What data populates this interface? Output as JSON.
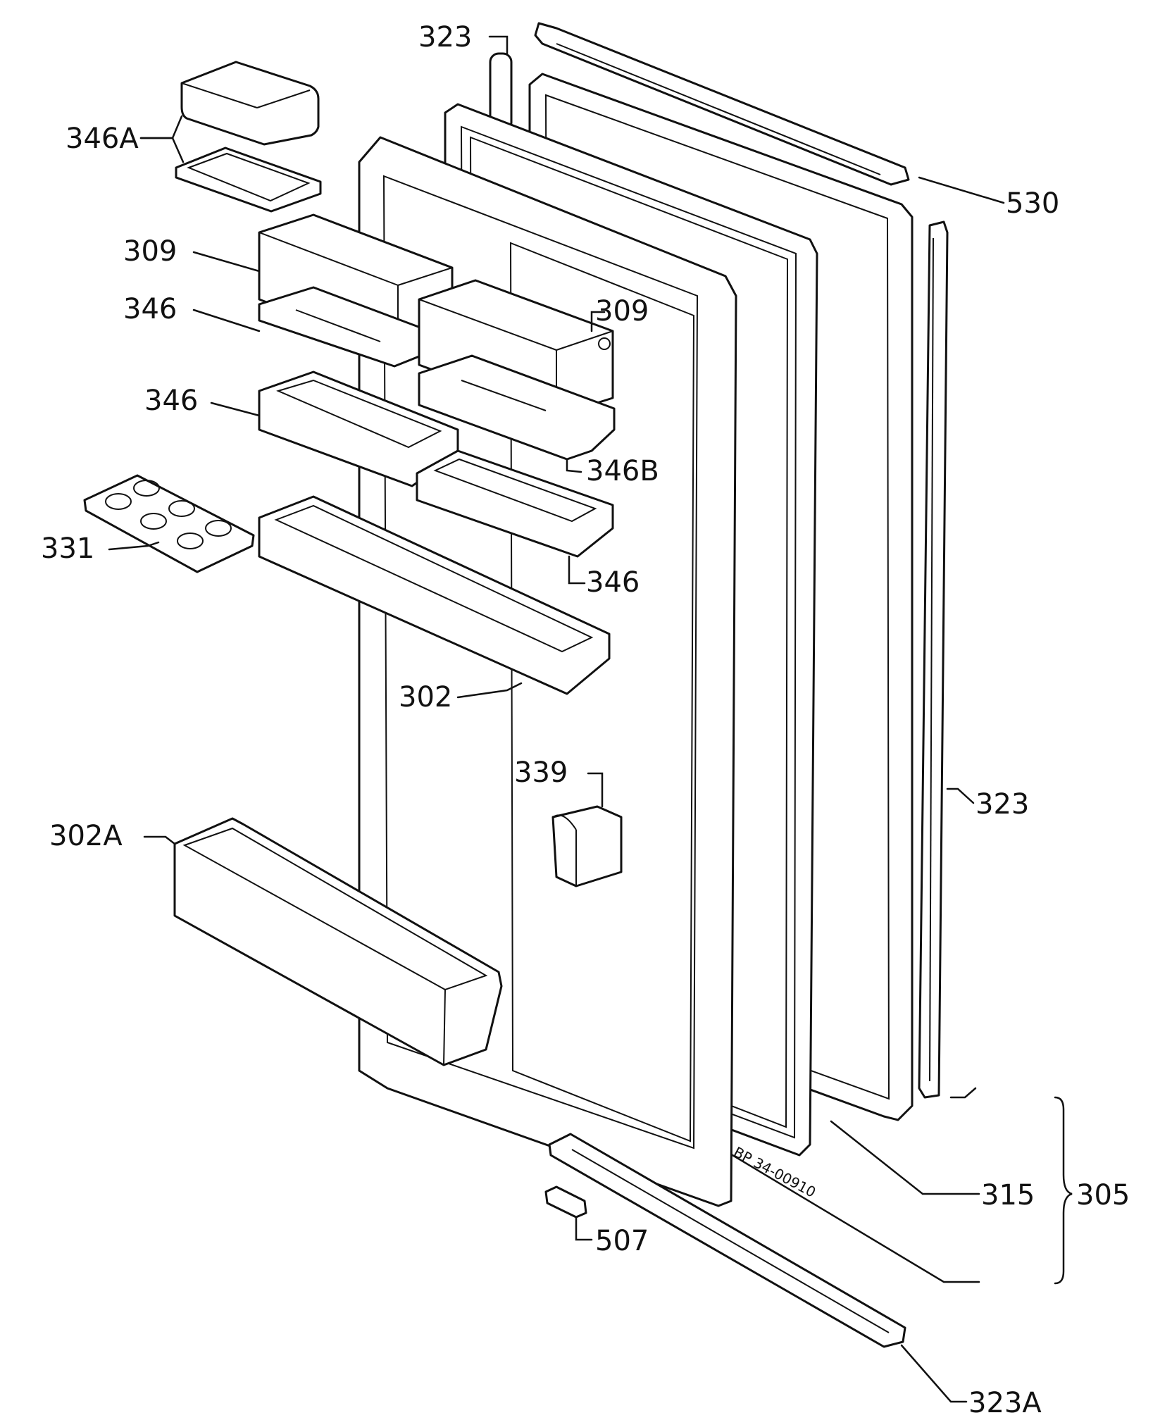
{
  "labels": {
    "l323_top": "323",
    "l346A": "346A",
    "l309_left": "309",
    "l346_a": "346",
    "l309_right": "309",
    "l346_b": "346",
    "l346B": "346B",
    "l331": "331",
    "l346_c": "346",
    "l302": "302",
    "l339": "339",
    "l302A": "302A",
    "l530": "530",
    "l323_right": "323",
    "l315": "315",
    "l305": "305",
    "l507": "507",
    "l323A": "323A"
  },
  "stamp": "BP 34-00910",
  "colors": {
    "ink": "#111111",
    "paper": "#ffffff"
  }
}
